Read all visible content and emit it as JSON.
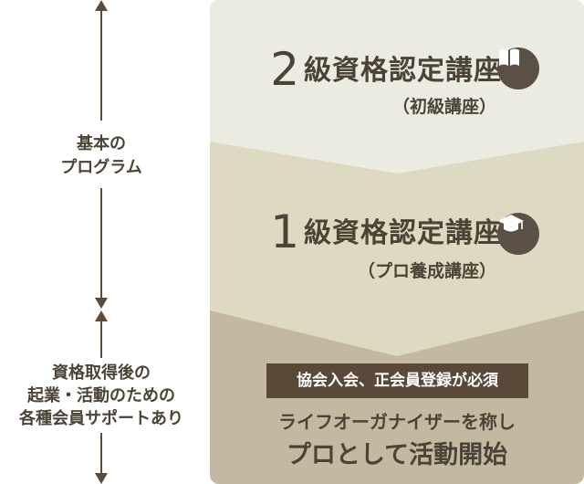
{
  "side": {
    "basic_program": [
      "基本の",
      "プログラム"
    ],
    "support": [
      "資格取得後の",
      "起業・活動のための",
      "各種会員サポートあり"
    ]
  },
  "stages": [
    {
      "number": "2",
      "title": "級資格認定講座",
      "subtitle": "（初級講座）",
      "icon": "book-icon"
    },
    {
      "number": "1",
      "title": "級資格認定講座",
      "subtitle": "（プロ養成講座）",
      "icon": "graduation-cap-icon"
    }
  ],
  "final": {
    "badge": "協会入会、正会員登録が必須",
    "line1": "ライフオーガナイザーを称し",
    "line2": "プロとして活動開始"
  },
  "colors": {
    "stage1_bg": "#ecebe2",
    "stage2_bg": "#dedac1",
    "stage3_bg": "#c2b9a0",
    "arrow": "#5c4a3c",
    "badge_bg": "#5a4838",
    "icon_bg": "#5a5046",
    "text": "#4b4336"
  }
}
